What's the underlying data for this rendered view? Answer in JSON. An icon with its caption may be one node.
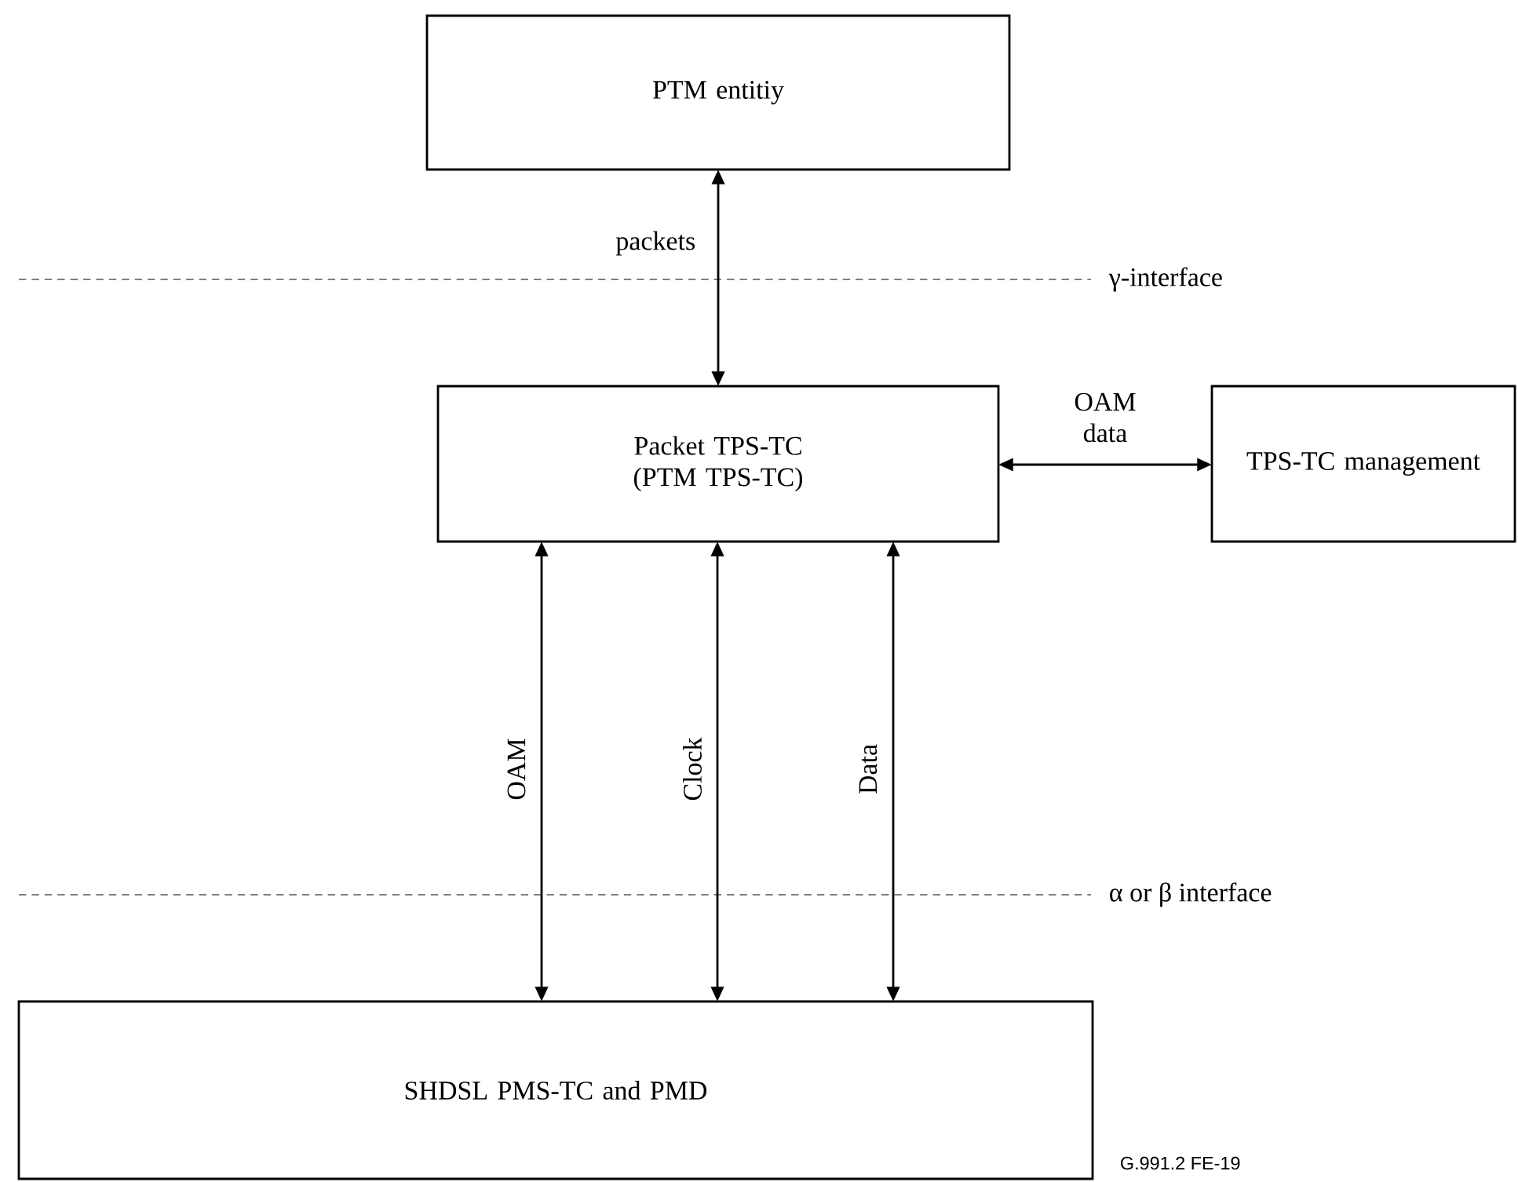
{
  "diagram": {
    "nodes": [
      {
        "text": [
          "PTM entitiy"
        ]
      },
      {
        "text": [
          "Packet TPS-TC (PTM TPS-TC)"
        ]
      },
      {
        "text": [
          "TPS-TC management"
        ]
      },
      {
        "text": [
          "SHDSL PMS-TC and PMD"
        ]
      }
    ],
    "edges": [
      {
        "from": 0,
        "to": 1,
        "arrow": "both",
        "label": "packets"
      },
      {
        "from": 1,
        "to": 2,
        "arrow": "both",
        "label": "OAM data"
      },
      {
        "from": 1,
        "to": 3,
        "arrow": "both",
        "label": "OAM"
      },
      {
        "from": 1,
        "to": 3,
        "arrow": "both",
        "label": "Clock"
      },
      {
        "from": 1,
        "to": 3,
        "arrow": "both",
        "label": "Data"
      }
    ],
    "labels": [
      "γ-interface",
      "α or β interface",
      "G.991.2  FE-19"
    ]
  }
}
